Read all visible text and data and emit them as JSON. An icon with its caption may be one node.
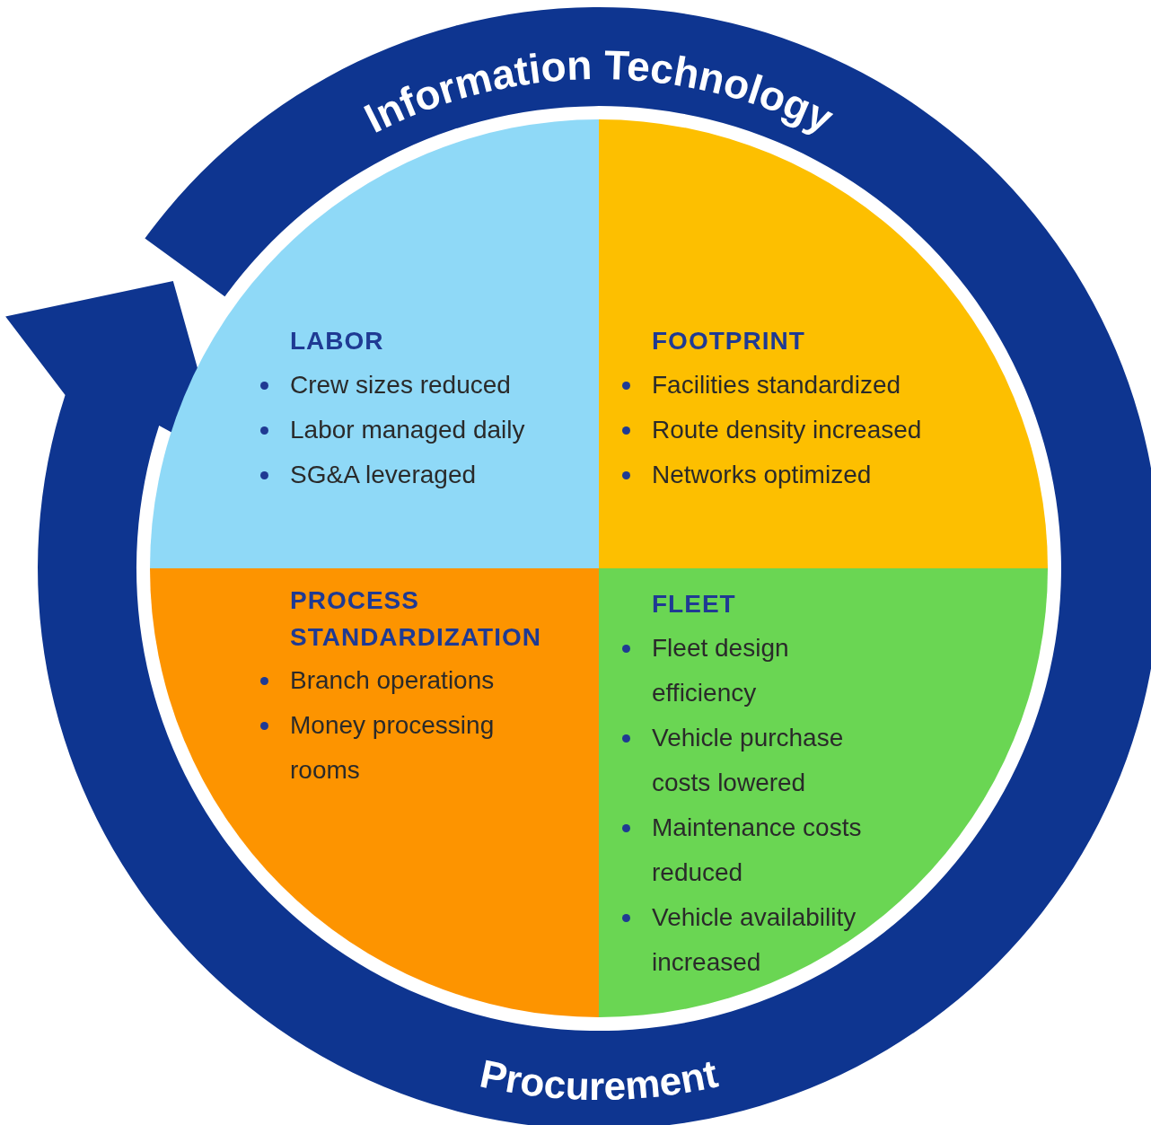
{
  "diagram": {
    "nodes": [
      {
        "text": [
          "Information Technology",
          "Procurement"
        ]
      },
      {
        "text": [
          "LABOR",
          "Crew sizes reduced",
          "Labor managed daily",
          "SG&A leveraged"
        ]
      },
      {
        "text": [
          "FOOTPRINT",
          "Facilities standardized",
          "Route density increased",
          "Networks optimized"
        ]
      },
      {
        "text": [
          "PROCESS STANDARDIZATION",
          "Branch operations",
          "Money processing rooms"
        ]
      },
      {
        "text": [
          "FLEET",
          "Fleet design efficiency",
          "Vehicle purchase costs lowered",
          "Maintenance costs reduced",
          "Vehicle availability increased"
        ]
      }
    ]
  }
}
